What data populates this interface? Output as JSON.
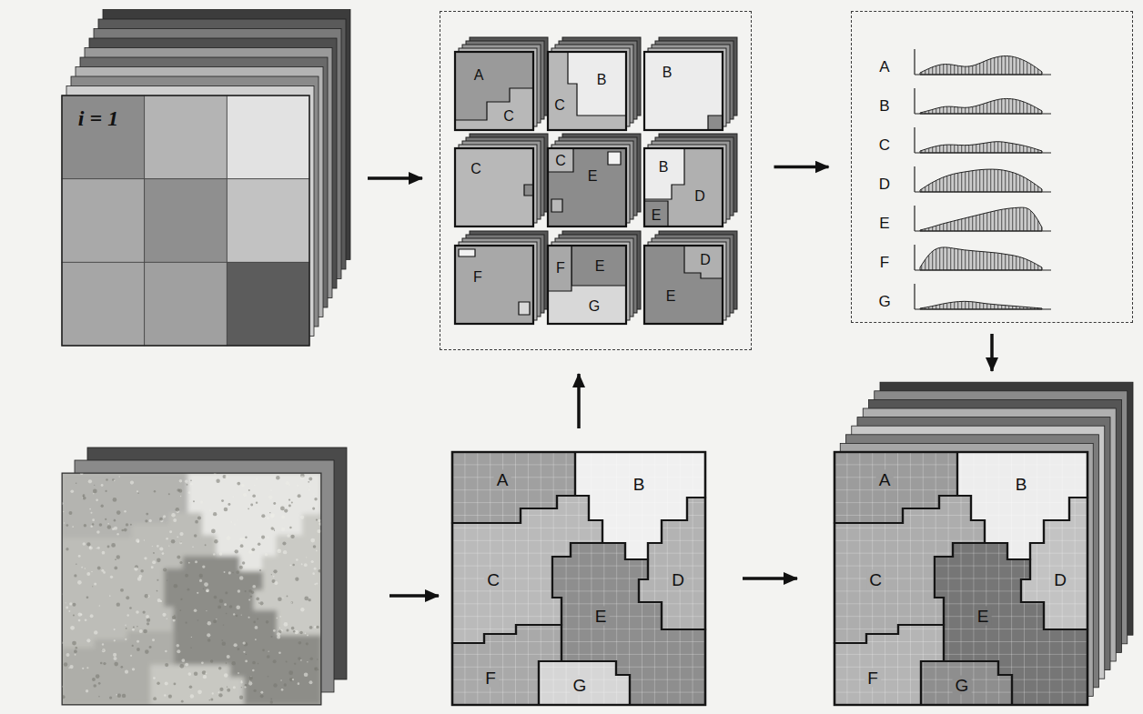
{
  "diagram": {
    "nodes": [
      {
        "text": [
          "i = 1"
        ]
      },
      {
        "text": [
          "A",
          "C",
          "B",
          "C",
          "B",
          "C",
          "C",
          "E",
          "B",
          "D",
          "E",
          "F",
          "F",
          "E",
          "G",
          "D",
          "E"
        ]
      },
      {
        "text": [
          "A",
          "B",
          "C",
          "D",
          "E",
          "F",
          "G"
        ]
      },
      {
        "text": [
          "A",
          "B",
          "C",
          "D",
          "E",
          "F",
          "G"
        ]
      },
      {
        "text": [
          "A",
          "B",
          "C",
          "D",
          "E",
          "F",
          "G"
        ]
      }
    ],
    "edges": [
      {
        "from": 0,
        "to": 1,
        "arrow": "to"
      },
      {
        "from": 1,
        "to": 2,
        "arrow": "to"
      },
      {
        "from": 2,
        "to": 4,
        "arrow": "to"
      },
      {
        "from": 3,
        "to": 1,
        "arrow": "to"
      },
      {
        "from": 3,
        "to": 4,
        "arrow": "to"
      }
    ]
  }
}
